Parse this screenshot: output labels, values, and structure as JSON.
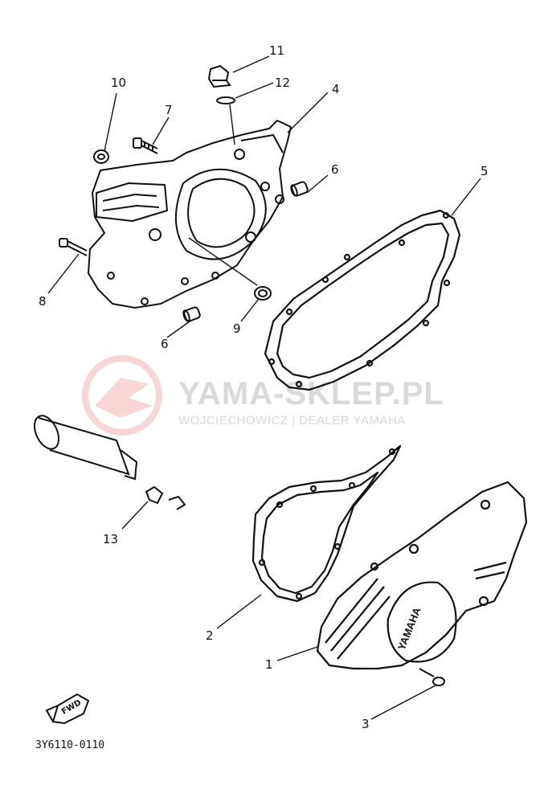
{
  "diagram": {
    "part_code": "3Y6110-0110",
    "fwd_label": "FWD",
    "cover_brand": "YAMAHA",
    "callouts": [
      {
        "id": "1",
        "label": "1"
      },
      {
        "id": "2",
        "label": "2"
      },
      {
        "id": "3",
        "label": "3"
      },
      {
        "id": "4",
        "label": "4"
      },
      {
        "id": "5",
        "label": "5"
      },
      {
        "id": "6a",
        "label": "6"
      },
      {
        "id": "6b",
        "label": "6"
      },
      {
        "id": "7",
        "label": "7"
      },
      {
        "id": "8",
        "label": "8"
      },
      {
        "id": "9",
        "label": "9"
      },
      {
        "id": "10",
        "label": "10"
      },
      {
        "id": "11",
        "label": "11"
      },
      {
        "id": "12",
        "label": "12"
      },
      {
        "id": "13",
        "label": "13"
      }
    ]
  },
  "watermark": {
    "title": "YAMA-SKLEP.PL",
    "subtitle": "WOJCIECHOWICZ | DEALER YAMAHA",
    "color": "#f3b5b5"
  }
}
